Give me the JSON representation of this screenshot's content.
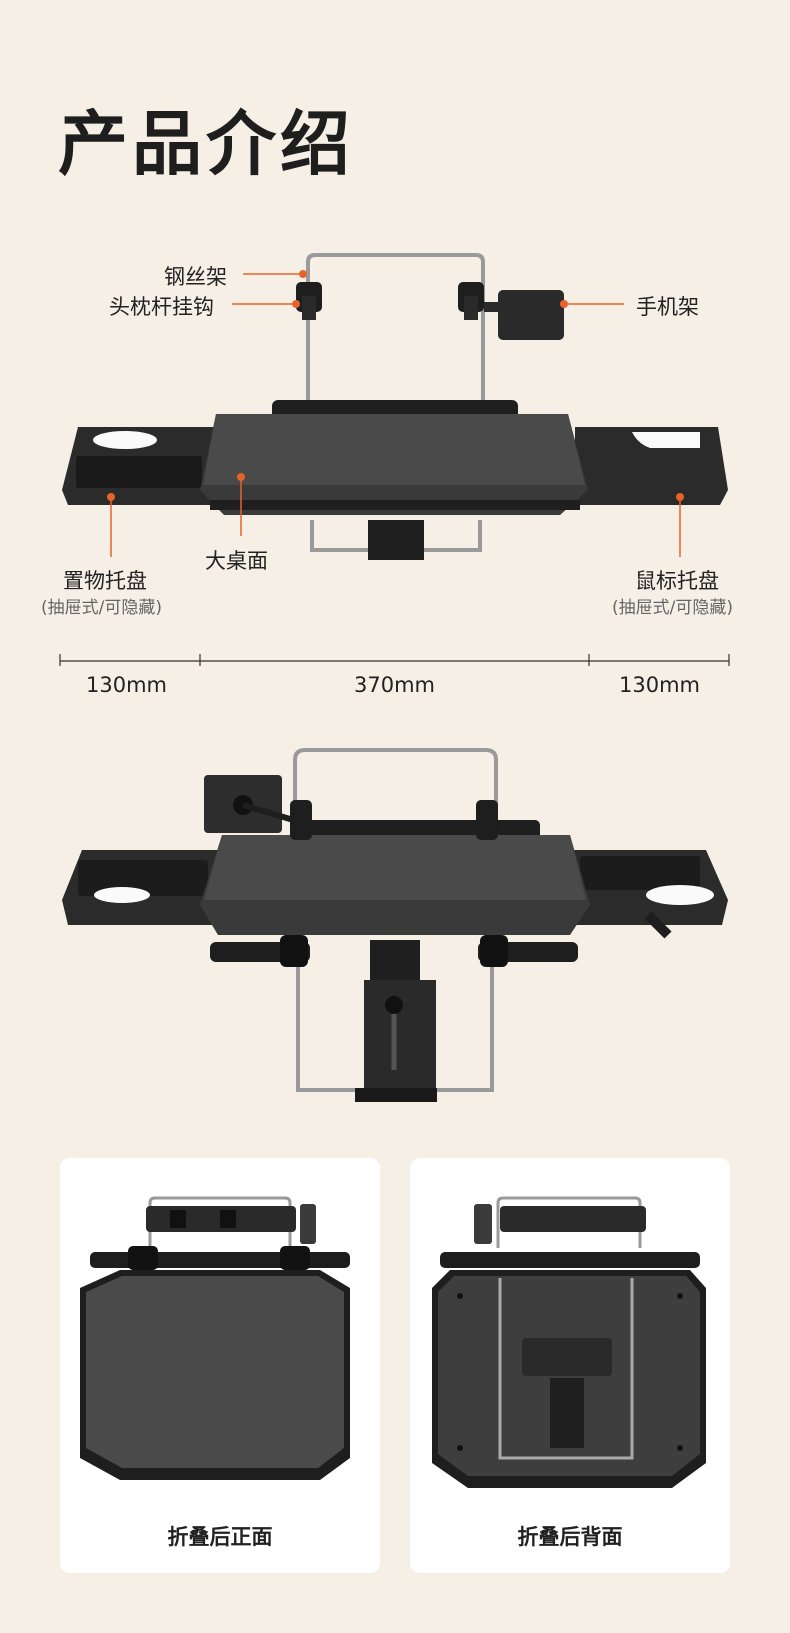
{
  "page": {
    "title": "产品介绍",
    "accent_color": "#e8632a",
    "background_color": "#f6efe5"
  },
  "callouts": {
    "wire_rack": "钢丝架",
    "headrest_hook": "头枕杆挂钩",
    "phone_holder": "手机架",
    "large_desk": "大桌面",
    "storage_tray": "置物托盘",
    "storage_tray_note": "(抽屉式/可隐藏)",
    "mouse_tray": "鼠标托盘",
    "mouse_tray_note": "(抽屉式/可隐藏)"
  },
  "dimensions": {
    "left": "130mm",
    "center": "370mm",
    "right": "130mm"
  },
  "panels": [
    {
      "caption": "折叠后正面"
    },
    {
      "caption": "折叠后背面"
    }
  ]
}
